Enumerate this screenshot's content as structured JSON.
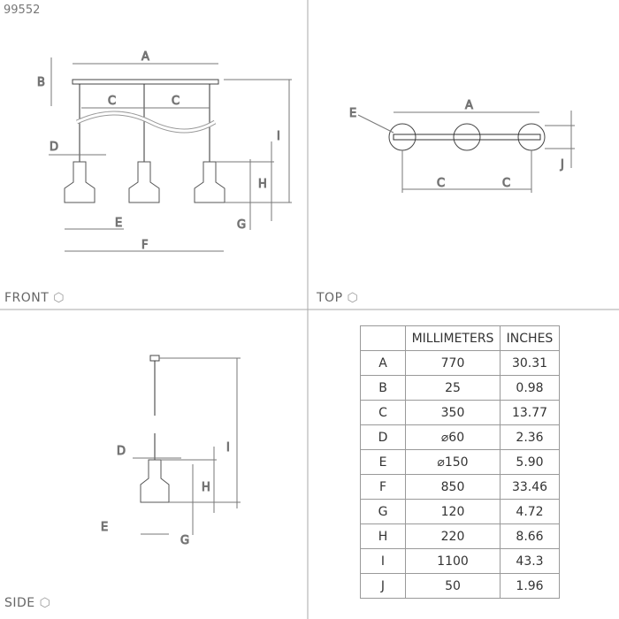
{
  "product_code": "99552",
  "views": {
    "front": "FRONT",
    "top": "TOP",
    "side": "SIDE"
  },
  "dimension_labels": {
    "a": "A",
    "b": "B",
    "c": "C",
    "d": "D",
    "e": "E",
    "f": "F",
    "g": "G",
    "h": "H",
    "i": "I",
    "j": "J"
  },
  "table": {
    "headers": [
      "",
      "MILLIMETERS",
      "INCHES"
    ],
    "rows": [
      {
        "label": "A",
        "mm": "770",
        "in": "30.31"
      },
      {
        "label": "B",
        "mm": "25",
        "in": "0.98"
      },
      {
        "label": "C",
        "mm": "350",
        "in": "13.77"
      },
      {
        "label": "D",
        "mm": "⌀60",
        "in": "2.36"
      },
      {
        "label": "E",
        "mm": "⌀150",
        "in": "5.90"
      },
      {
        "label": "F",
        "mm": "850",
        "in": "33.46"
      },
      {
        "label": "G",
        "mm": "120",
        "in": "4.72"
      },
      {
        "label": "H",
        "mm": "220",
        "in": "8.66"
      },
      {
        "label": "I",
        "mm": "1100",
        "in": "43.3"
      },
      {
        "label": "J",
        "mm": "50",
        "in": "1.96"
      }
    ]
  }
}
